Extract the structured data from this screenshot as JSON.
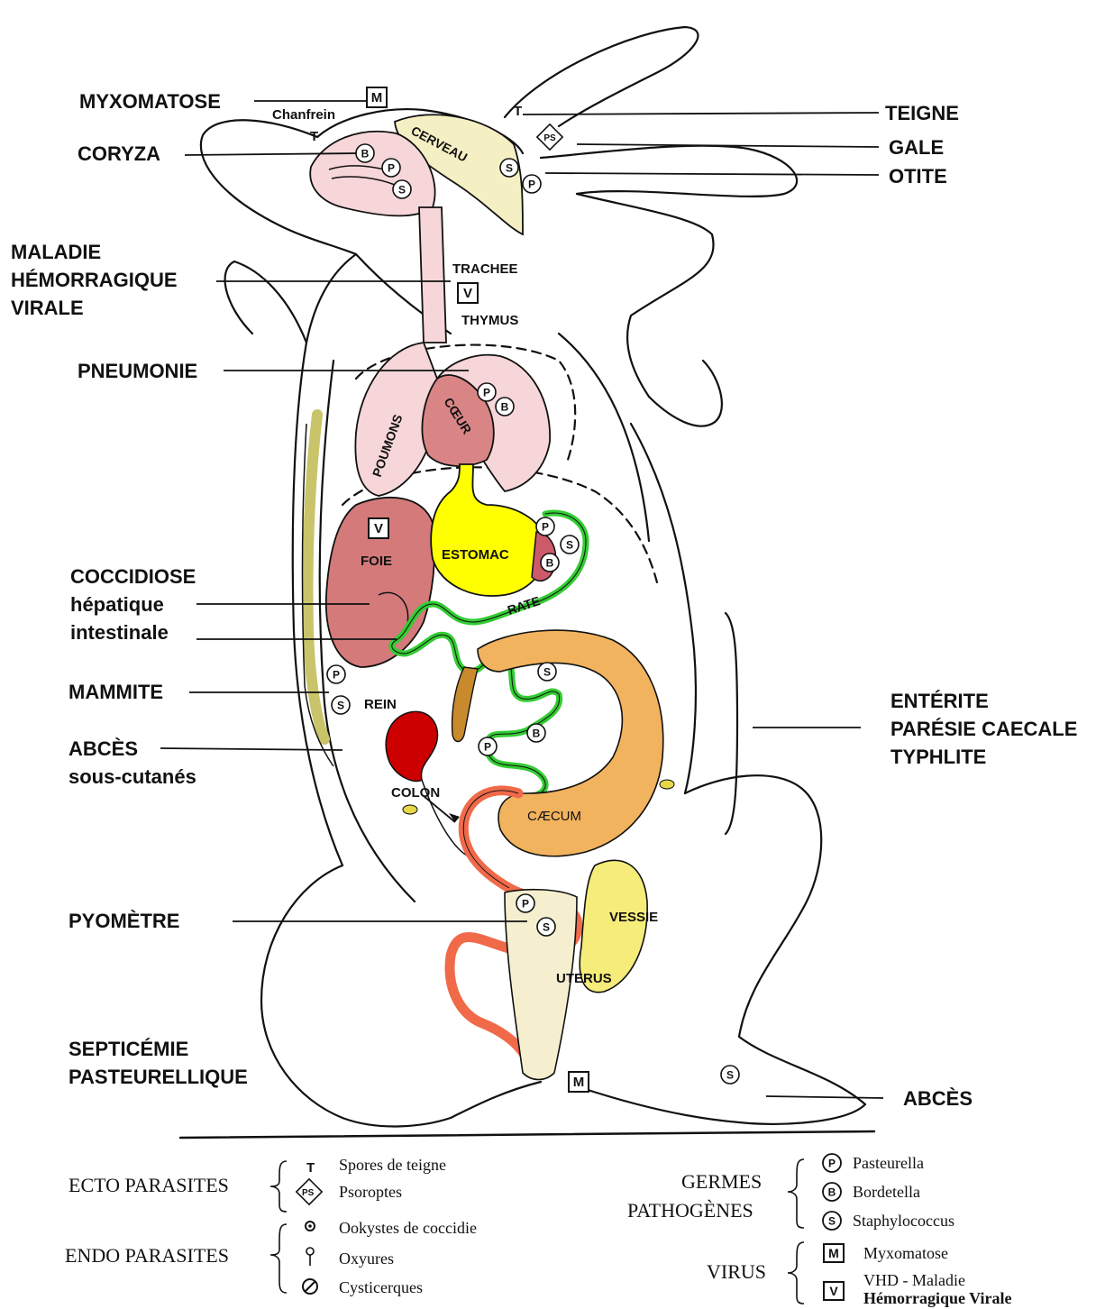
{
  "diseases_left": {
    "myxomatose": "MYXOMATOSE",
    "coryza": "CORYZA",
    "mhv_1": "MALADIE",
    "mhv_2": "HÉMORRAGIQUE",
    "mhv_3": "VIRALE",
    "pneumonie": "PNEUMONIE",
    "cocc_1": "COCCIDIOSE",
    "cocc_2": "hépatique",
    "cocc_3": "intestinale",
    "mammite": "MAMMITE",
    "abces_1": "ABCÈS",
    "abces_2": "sous-cutanés",
    "pyometre": "PYOMÈTRE",
    "sept_1": "SEPTICÉMIE",
    "sept_2": "PASTEURELLIQUE"
  },
  "diseases_right": {
    "teigne": "TEIGNE",
    "gale": "GALE",
    "otite": "OTITE",
    "ent_1": "ENTÉRITE",
    "ent_2": "PARÉSIE CAECALE",
    "ent_3": "TYPHLITE",
    "abces": "ABCÈS"
  },
  "organs": {
    "chanfrein": "Chanfrein",
    "cerveau": "CERVEAU",
    "trachee": "TRACHEE",
    "thymus": "THYMUS",
    "poumons": "POUMONS",
    "coeur": "CŒUR",
    "foie": "FOIE",
    "estomac": "ESTOMAC",
    "rate": "RATE",
    "rein": "REIN",
    "colon": "COLON",
    "caecum": "CÆCUM",
    "vessie": "VESSIE",
    "uterus": "UTERUS"
  },
  "badges": {
    "T": "T",
    "P": "P",
    "B": "B",
    "S": "S",
    "M": "M",
    "V": "V",
    "PS": "PS"
  },
  "legend": {
    "ecto": {
      "title": "ECTO PARASITES",
      "items": [
        "Spores de teigne",
        "Psoroptes"
      ]
    },
    "endo": {
      "title": "ENDO PARASITES",
      "items": [
        "Ookystes de coccidie",
        "Oxyures",
        "Cysticerques"
      ]
    },
    "germes": {
      "title_1": "GERMES",
      "title_2": "PATHOGÈNES",
      "items": [
        "Pasteurella",
        "Bordetella",
        "Staphylococcus"
      ]
    },
    "virus": {
      "title": "VIRUS",
      "items": [
        "Myxomatose",
        "VHD - Maladie",
        "Hémorragique Virale"
      ]
    }
  },
  "colors": {
    "lung": "#f6d6d8",
    "heart": "#d98585",
    "liver": "#d47a7a",
    "stomach": "#ffff00",
    "intestine": "#33cc33",
    "caecum": "#f2b35e",
    "colon": "#f06a4a",
    "kidney": "#cc0000",
    "bladder": "#f6ec7a",
    "brain": "#f5f0c4",
    "fat": "#c9c46a",
    "uterus": "#f5efcf"
  }
}
